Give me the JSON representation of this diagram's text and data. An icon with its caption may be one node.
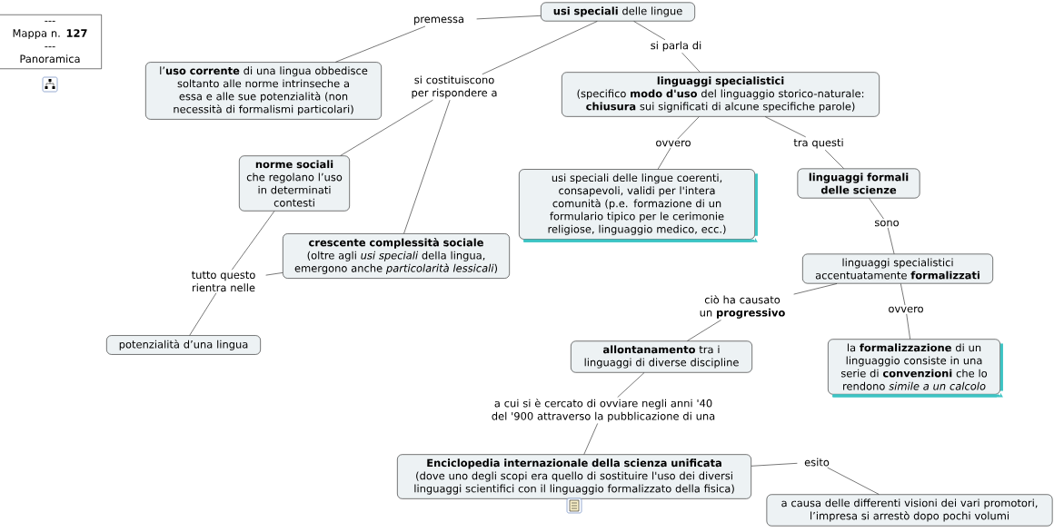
{
  "diagram": {
    "nodes": [
      {
        "text": [
          "---",
          "Mappa n. **127**",
          "---",
          "Panoramica"
        ]
      },
      {
        "text": [
          "**usi speciali** delle lingue"
        ]
      },
      {
        "text": [
          "premessa"
        ]
      },
      {
        "text": [
          "l’**uso corrente** di una lingua obbedisce soltanto alle norme intrinseche a essa e alle sue potenzialità (non necessità di formalismi particolari)"
        ]
      },
      {
        "text": [
          "si parla di"
        ]
      },
      {
        "text": [
          "linguaggi specialistici",
          "(specifico **modo d'uso** del linguaggio storico-naturale: **chiusura** sui significati di alcune specifiche parole)"
        ]
      },
      {
        "text": [
          "si costituiscono per rispondere a"
        ]
      },
      {
        "text": [
          "ovvero"
        ]
      },
      {
        "text": [
          "tra questi"
        ]
      },
      {
        "text": [
          "norme sociali",
          "che regolano l’uso in determinati contesti"
        ]
      },
      {
        "text": [
          "usi speciali delle lingue coerenti, consapevoli, validi per l'intera comunità (p.e. formazione di un formulario tipico per le cerimonie religiose, linguaggio medico, ecc.)"
        ]
      },
      {
        "text": [
          "linguaggi formali delle scienze"
        ]
      },
      {
        "text": [
          "sono"
        ]
      },
      {
        "text": [
          "crescente complessità sociale",
          "(oltre agli *usi speciali* della lingua, emergono anche *particolarità lessicali*)"
        ]
      },
      {
        "text": [
          "linguaggi specialistici accentuatamente **formalizzati**"
        ]
      },
      {
        "text": [
          "tutto questo rientra nelle"
        ]
      },
      {
        "text": [
          "ciò ha causato un **progressivo**"
        ]
      },
      {
        "text": [
          "ovvero"
        ]
      },
      {
        "text": [
          "potenzialità d’una lingua"
        ]
      },
      {
        "text": [
          "**allontanamento** tra i linguaggi di diverse discipline"
        ]
      },
      {
        "text": [
          "la **formalizzazione** di un linguaggio consiste in una serie di **convenzioni** che lo rendono *simile a un calcolo*"
        ]
      },
      {
        "text": [
          "a cui si è cercato di ovviare negli anni '40 del '900 attraverso la pubblicazione di una"
        ]
      },
      {
        "text": [
          "Enciclopedia internazionale della scienza unificata",
          "(dove uno degli scopi era quello di sostituire l'uso dei diversi linguaggi scientifici con il linguaggio formalizzato della fisica)"
        ]
      },
      {
        "text": [
          "esito"
        ]
      },
      {
        "text": [
          "a causa delle differenti visioni dei vari promotori, l’impresa si arrestò dopo pochi volumi"
        ]
      }
    ],
    "edges": [
      {
        "from": 1,
        "to": 2,
        "arrow": "none"
      },
      {
        "from": 2,
        "to": 3,
        "arrow": "none"
      },
      {
        "from": 1,
        "to": 4,
        "arrow": "none"
      },
      {
        "from": 4,
        "to": 5,
        "arrow": "none"
      },
      {
        "from": 1,
        "to": 6,
        "arrow": "none"
      },
      {
        "from": 6,
        "to": 9,
        "arrow": "none"
      },
      {
        "from": 6,
        "to": 13,
        "arrow": "none"
      },
      {
        "from": 5,
        "to": 7,
        "arrow": "none"
      },
      {
        "from": 7,
        "to": 10,
        "arrow": "none"
      },
      {
        "from": 5,
        "to": 8,
        "arrow": "none"
      },
      {
        "from": 8,
        "to": 11,
        "arrow": "none"
      },
      {
        "from": 11,
        "to": 12,
        "arrow": "none"
      },
      {
        "from": 12,
        "to": 14,
        "arrow": "none"
      },
      {
        "from": 9,
        "to": 15,
        "arrow": "none"
      },
      {
        "from": 13,
        "to": 15,
        "arrow": "none"
      },
      {
        "from": 15,
        "to": 18,
        "arrow": "none"
      },
      {
        "from": 14,
        "to": 16,
        "arrow": "none"
      },
      {
        "from": 16,
        "to": 19,
        "arrow": "none"
      },
      {
        "from": 14,
        "to": 17,
        "arrow": "none"
      },
      {
        "from": 17,
        "to": 20,
        "arrow": "none"
      },
      {
        "from": 19,
        "to": 21,
        "arrow": "none"
      },
      {
        "from": 21,
        "to": 22,
        "arrow": "none"
      },
      {
        "from": 22,
        "to": 23,
        "arrow": "none"
      },
      {
        "from": 23,
        "to": 24,
        "arrow": "none"
      }
    ]
  }
}
